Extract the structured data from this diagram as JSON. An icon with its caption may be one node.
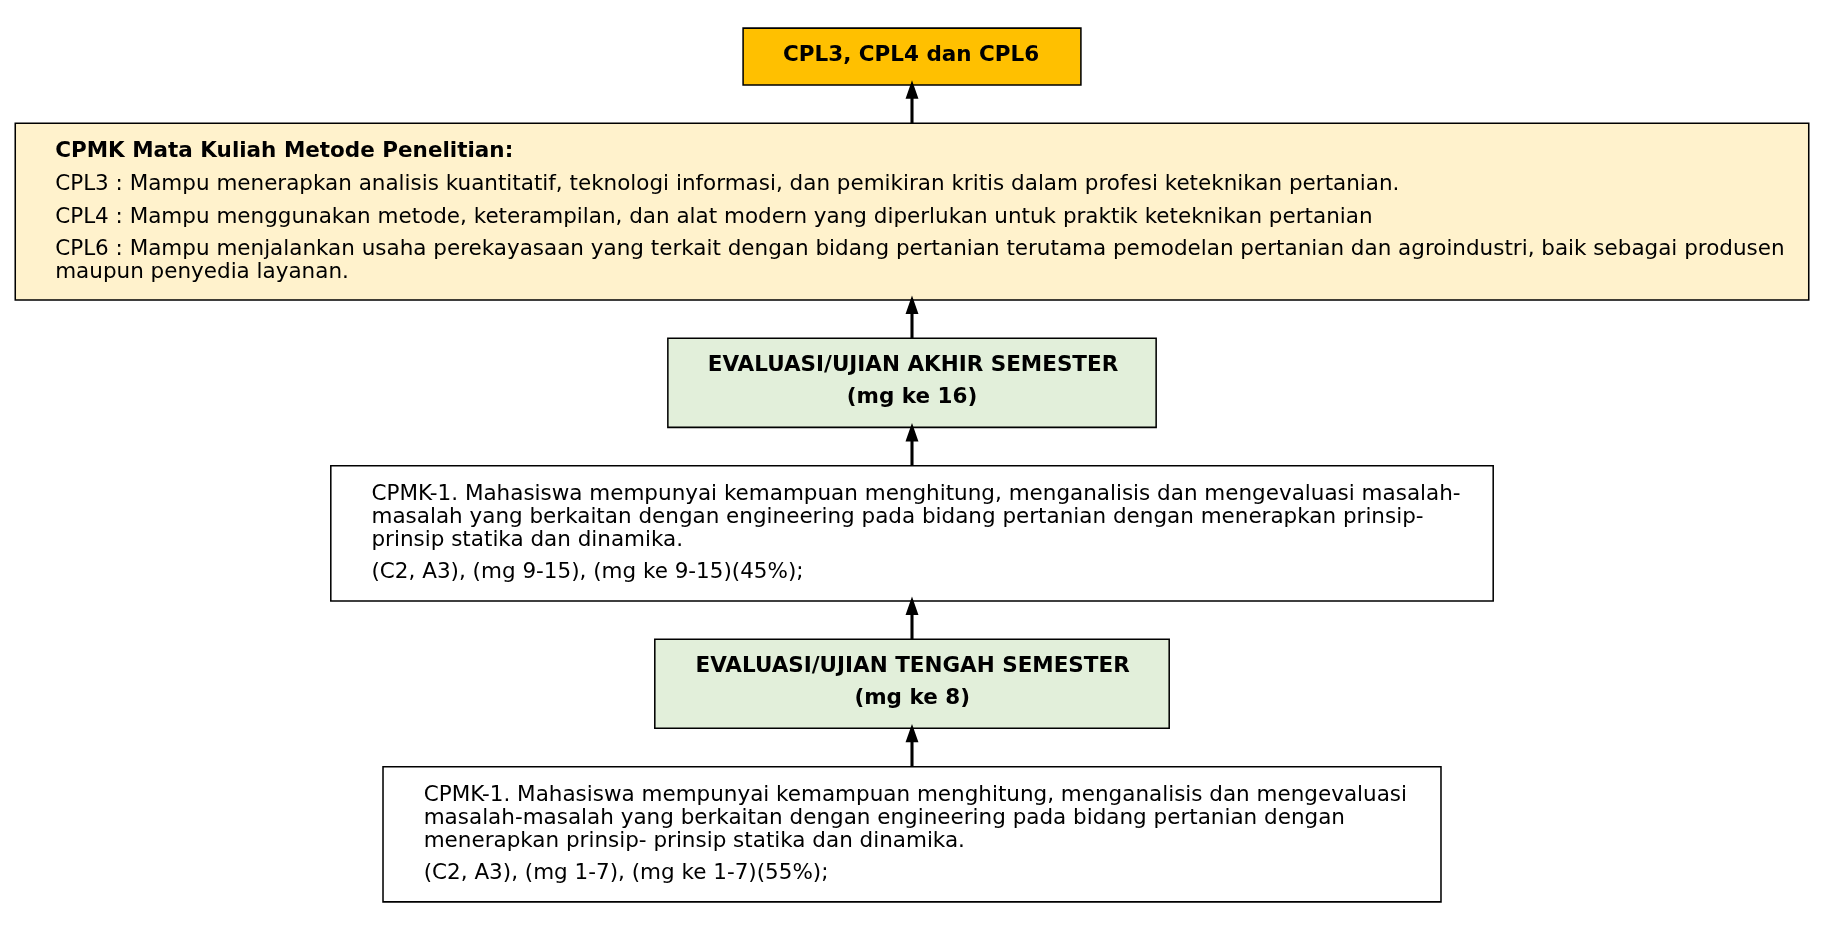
{
  "diagram": {
    "nodes": [
      {
        "text": [
          "CPL3, CPL4 dan CPL6"
        ]
      },
      {
        "text": [
          "CPMK Mata Kuliah Metode Penelitian:",
          "CPL3 : Mampu menerapkan analisis kuantitatif, teknologi informasi, dan pemikiran kritis dalam profesi keteknikan pertanian.",
          "CPL4 : Mampu menggunakan metode, keterampilan, dan alat modern yang diperlukan untuk praktik keteknikan pertanian",
          "CPL6 : Mampu menjalankan usaha perekayasaan yang terkait dengan bidang pertanian terutama pemodelan pertanian dan agroindustri, baik sebagai produsen maupun penyedia layanan."
        ]
      },
      {
        "text": [
          "EVALUASI/UJIAN AKHIR SEMESTER",
          "(mg ke 16)"
        ]
      },
      {
        "text": [
          "CPMK-1. Mahasiswa mempunyai kemampuan menghitung, menganalisis dan mengevaluasi masalah-masalah yang berkaitan dengan engineering pada bidang pertanian dengan menerapkan prinsip- prinsip statika dan dinamika.",
          "(C2, A3), (mg 9-15), (mg ke 9-15)(45%);"
        ]
      },
      {
        "text": [
          "EVALUASI/UJIAN TENGAH SEMESTER",
          "(mg ke 8)"
        ]
      },
      {
        "text": [
          "CPMK-1. Mahasiswa mempunyai kemampuan menghitung, menganalisis dan mengevaluasi masalah-masalah yang berkaitan dengan engineering pada bidang pertanian dengan menerapkan prinsip- prinsip statika dan dinamika.",
          "(C2, A3), (mg 1-7), (mg ke 1-7)(55%);"
        ]
      }
    ],
    "edges": [
      {
        "from": 5,
        "to": 4,
        "arrow": "to"
      },
      {
        "from": 4,
        "to": 3,
        "arrow": "to"
      },
      {
        "from": 3,
        "to": 2,
        "arrow": "to"
      },
      {
        "from": 2,
        "to": 1,
        "arrow": "to"
      },
      {
        "from": 1,
        "to": 0,
        "arrow": "to"
      }
    ]
  }
}
